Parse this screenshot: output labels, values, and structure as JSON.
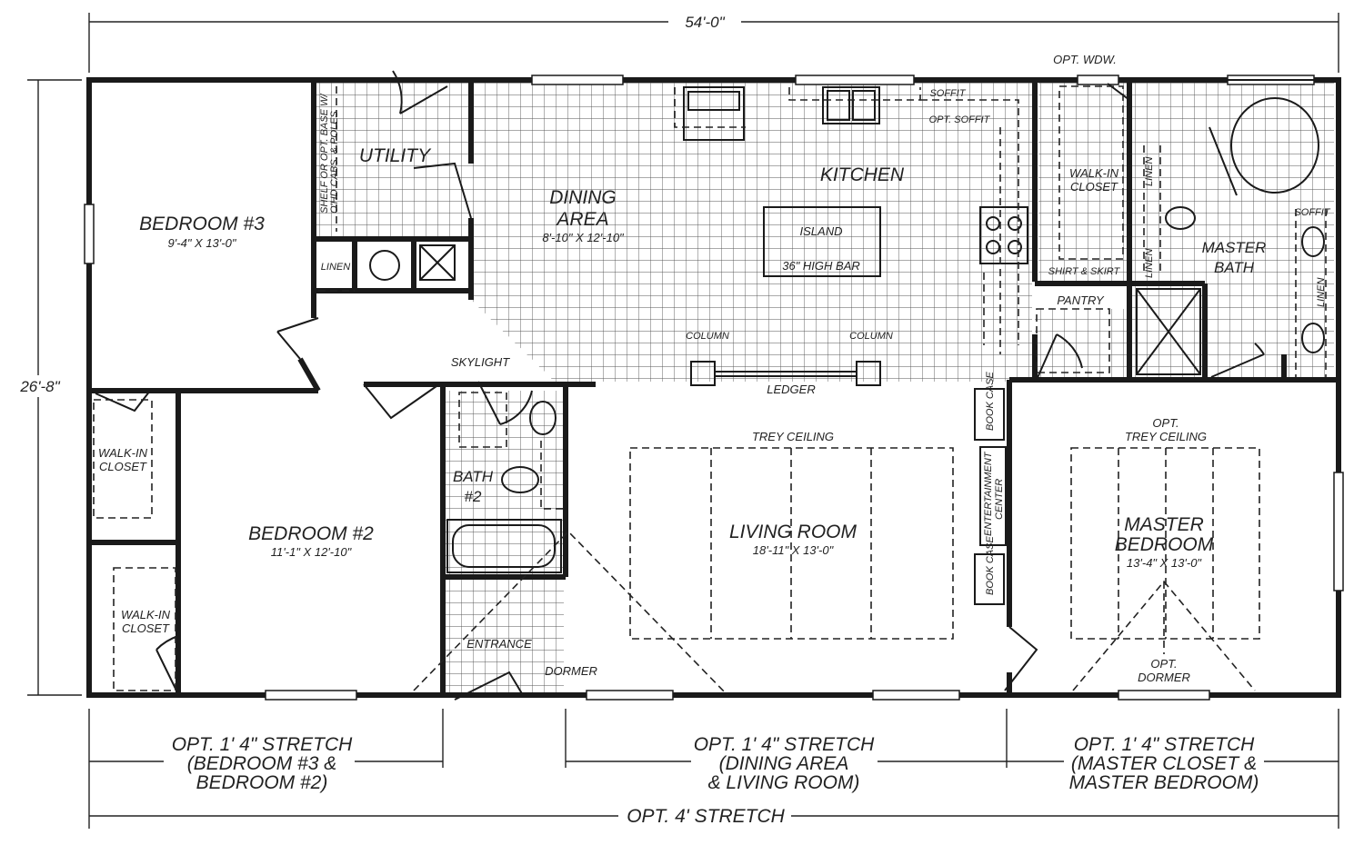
{
  "dimensions": {
    "width": "54'-0\"",
    "depth": "26'-8\""
  },
  "rooms": {
    "bedroom3": {
      "name": "BEDROOM #3",
      "size": "9'-4\" X 13'-0\""
    },
    "bedroom2": {
      "name": "BEDROOM #2",
      "size": "11'-1\" X 12'-10\""
    },
    "dining": {
      "name_line1": "DINING",
      "name_line2": "AREA",
      "size": "8'-10\" X 12'-10\""
    },
    "kitchen": {
      "name": "KITCHEN"
    },
    "living": {
      "name": "LIVING ROOM",
      "size": "18'-11\" X 13'-0\""
    },
    "master_bedroom": {
      "name_line1": "MASTER",
      "name_line2": "BEDROOM",
      "size": "13'-4\" X 13'-0\""
    },
    "master_bath": {
      "name_line1": "MASTER",
      "name_line2": "BATH"
    },
    "utility": {
      "name": "UTILITY"
    },
    "bath2": {
      "name_line1": "BATH",
      "name_line2": "#2"
    }
  },
  "labels": {
    "linen": "LINEN",
    "shelf_line1": "SHELF OR OPT. BASE W/",
    "shelf_line2": "O'HD CABS. & POLES",
    "skylight": "SKYLIGHT",
    "entrance": "ENTRANCE",
    "dormer": "DORMER",
    "walkin_line1": "WALK-IN",
    "walkin_line2": "CLOSET",
    "island": "ISLAND",
    "high_bar": "36\" HIGH BAR",
    "column": "COLUMN",
    "ledger": "LEDGER",
    "trey_ceiling": "TREY CEILING",
    "opt_trey_line1": "OPT.",
    "opt_trey_line2": "TREY CEILING",
    "book_case": "BOOK CASE",
    "entertainment_line1": "ENTERTAINMENT",
    "entertainment_line2": "CENTER",
    "pantry": "PANTRY",
    "shirt_skirt": "SHIRT & SKIRT",
    "soffit": "SOFFIT",
    "opt_soffit": "OPT. SOFFIT",
    "opt_wdw": "OPT. WDW.",
    "opt_dormer_line1": "OPT.",
    "opt_dormer_line2": "DORMER"
  },
  "stretches": {
    "left": {
      "line1": "OPT. 1' 4\" STRETCH",
      "line2": "(BEDROOM #3 &",
      "line3": "BEDROOM #2)"
    },
    "middle": {
      "line1": "OPT. 1' 4\" STRETCH",
      "line2": "(DINING AREA",
      "line3": "& LIVING ROOM)"
    },
    "right": {
      "line1": "OPT. 1' 4\" STRETCH",
      "line2": "(MASTER CLOSET &",
      "line3": "MASTER BEDROOM)"
    },
    "overall": "OPT. 4' STRETCH"
  }
}
